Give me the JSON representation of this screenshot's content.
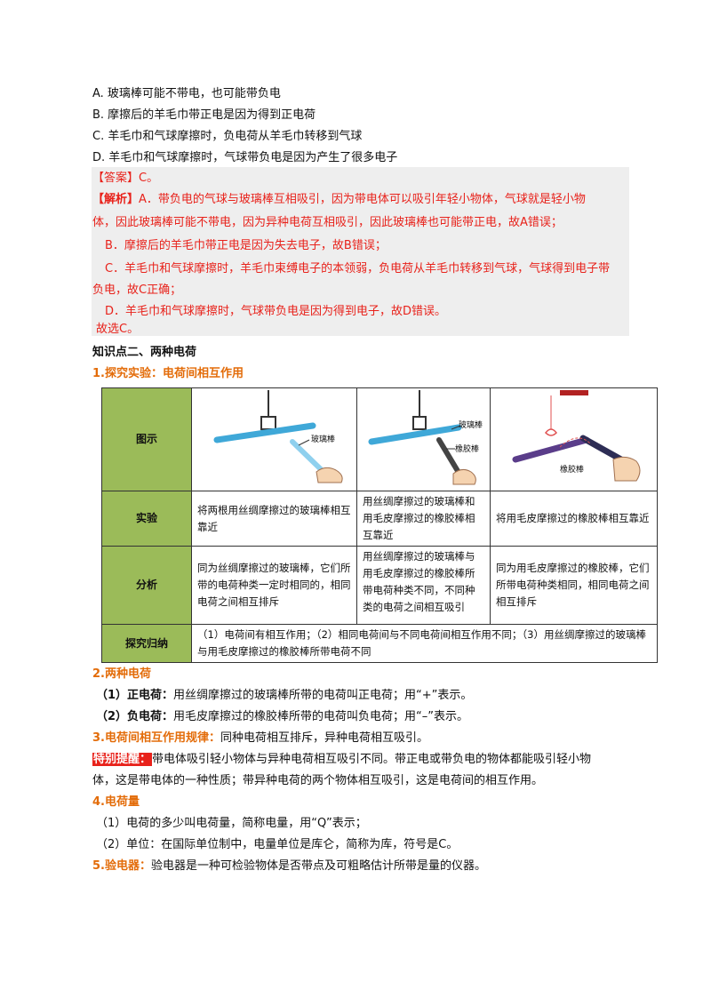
{
  "options": [
    "A. 玻璃棒可能不带电，也可能带负电",
    "B. 摩擦后的羊毛巾带正电是因为得到正电荷",
    "C. 羊毛巾和气球摩擦时，负电荷从羊毛巾转移到气球",
    "D. 羊毛巾和气球摩擦时，气球带负电是因为产生了很多电子"
  ],
  "answer": {
    "answer_tag": "【答案】",
    "answer_value": "C。",
    "analysis_tag": "【解析】",
    "lines": [
      "A．带负电的气球与玻璃棒互相吸引，因为带电体可以吸引年轻小物体，气球就是轻小物",
      "体，因此玻璃棒可能不带电，因为异种电荷互相吸引，因此玻璃棒也可能带正电，故A错误；",
      "B．摩擦后的羊毛巾带正电是因为失去电子，故B错误；",
      "C．羊毛巾和气球摩擦时，羊毛巾束缚电子的本领弱，负电荷从羊毛巾转移到气球，气球得到电子带",
      "负电，故C正确；",
      "D．羊毛巾和气球摩擦时，气球带负电是因为得到电子，故D错误。",
      "故选C。"
    ]
  },
  "section_title": "知识点二、两种电荷",
  "subsection1": "1.探究实验：电荷间相互作用",
  "table": {
    "row_heads": [
      "图示",
      "实验",
      "分析",
      "探究归纳"
    ],
    "pic_labels": {
      "glass": "玻璃棒",
      "rubber": "橡胶棒",
      "rubber2": "橡胶棒"
    },
    "experiment": [
      "将两根用丝绸摩擦过的玻璃棒相互靠近",
      "用丝绸摩擦过的玻璃棒和用毛皮摩擦过的橡胶棒相互靠近",
      "将用毛皮摩擦过的橡胶棒相互靠近"
    ],
    "analysis": [
      "同为丝绸摩擦过的玻璃棒，它们所带的电荷种类一定时相同的，相同电荷之间相互排斥",
      "用丝绸摩擦过的玻璃棒与用毛皮摩擦过的橡胶棒所带电荷种类不同，不同种类的电荷之间相互吸引",
      "同为用毛皮摩擦过的橡胶棒，它们所带电荷种类相同，相同电荷之间相互排斥"
    ],
    "summary": "（1）电荷间有相互作用；（2）相同电荷间与不同电荷间相互作用不同；（3）用丝绸摩擦过的玻璃棒与用毛皮摩擦过的橡胶棒所带电荷不同"
  },
  "subsection2": "2.两种电荷",
  "positive": {
    "label": "（1）正电荷：",
    "text": "用丝绸摩擦过的玻璃棒所带的电荷叫正电荷；用“+”表示。"
  },
  "negative": {
    "label": "（2）负电荷：",
    "text": "用毛皮摩擦过的橡胶棒所带的电荷叫负电荷；用“–”表示。"
  },
  "law": {
    "label": "3.电荷间相互作用规律：",
    "text": "同种电荷相互排斥，异种电荷相互吸引。"
  },
  "tip": {
    "label": "特别提醒：",
    "line1": "带电体吸引轻小物体与异种电荷相互吸引不同。带正电或带负电的物体都能吸引轻小物",
    "line2": "体，这是带电体的一种性质；带异种电荷的两个物体相互吸引，这是电荷间的相互作用。"
  },
  "subsection4": "4.电荷量",
  "charge": [
    "（1）电荷的多少叫电荷量，简称电量，用“Q”表示；",
    "（2）单位：在国际单位制中，电量单位是库仑，简称为库，符号是C。"
  ],
  "electroscope": {
    "label": "5.验电器：",
    "text": "验电器是一种可检验物体是否带点及可粗略估计所带是量的仪器。"
  }
}
